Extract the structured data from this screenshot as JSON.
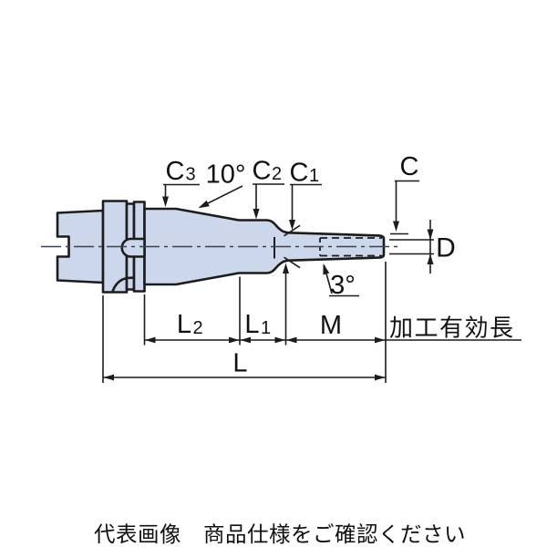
{
  "diagram": {
    "type": "technical-drawing",
    "subject": "tool-holder-side-view",
    "labels": {
      "c3": "C",
      "c3_sub": "3",
      "taper_angle": "10°",
      "c2": "C",
      "c2_sub": "2",
      "c1": "C",
      "c1_sub": "1",
      "c": "C",
      "d": "D",
      "nose_angle": "3°",
      "l2": "L",
      "l2_sub": "2",
      "l1": "L",
      "l1_sub": "1",
      "m": "M",
      "l": "L",
      "effective_length": "加工有効長"
    },
    "colors": {
      "background": "#ffffff",
      "body_fill": "#cdd7ec",
      "outline": "#1c1c1c",
      "centerline": "#3c424d"
    }
  },
  "caption": "代表画像　商品仕様をご確認ください"
}
